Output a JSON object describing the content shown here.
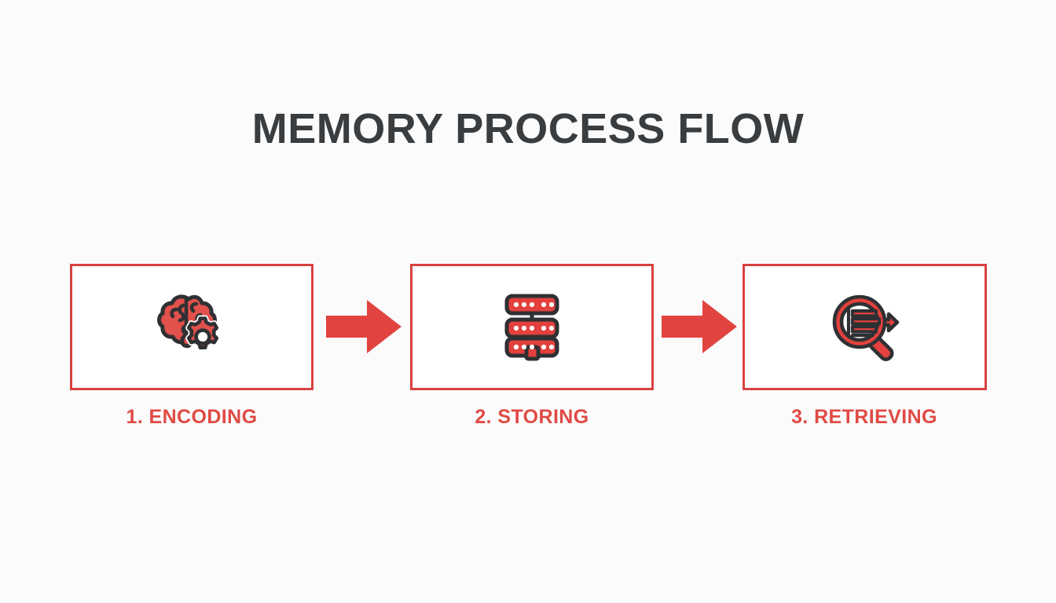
{
  "slide": {
    "background_color": "#fbfbfc",
    "title": "MEMORY PROCESS FLOW",
    "title_color": "#3a3d3f",
    "accent_color": "#d9413f",
    "label_color": "#e04a43",
    "icon_dark_color": "#2f3033"
  },
  "steps": [
    {
      "label": "1. ENCODING",
      "icon": "brain-gear-icon"
    },
    {
      "label": "2. STORING",
      "icon": "server-stack-icon"
    },
    {
      "label": "3. RETRIEVING",
      "icon": "magnifier-arrow-icon"
    }
  ],
  "connectors": [
    {
      "name": "arrow-right-icon",
      "from": "1. ENCODING",
      "to": "2. STORING"
    },
    {
      "name": "arrow-right-icon",
      "from": "2. STORING",
      "to": "3. RETRIEVING"
    }
  ]
}
